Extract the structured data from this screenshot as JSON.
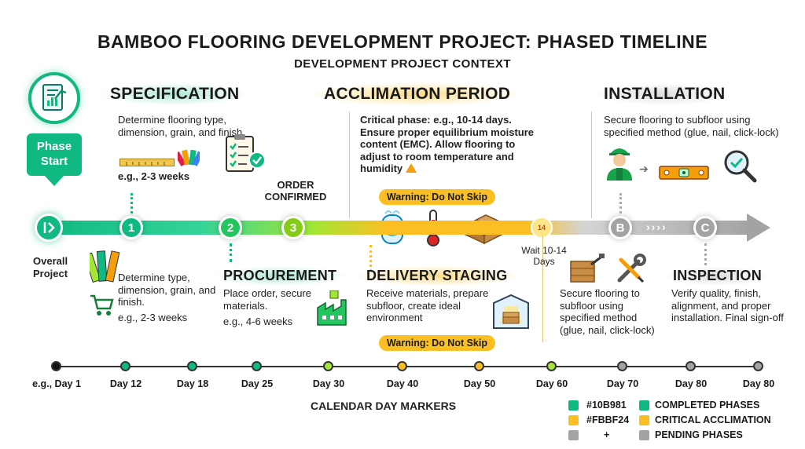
{
  "title": "BAMBOO FLOORING DEVELOPMENT PROJECT: PHASED TIMELINE",
  "subtitle": "DEVELOPMENT PROJECT CONTEXT",
  "start_badge": {
    "label": "Phase Start",
    "icon": "chart-document-icon"
  },
  "overall": {
    "label": "Overall Project"
  },
  "phases": {
    "specification": {
      "title": "SPECIFICATION",
      "text": "Determine flooring type, dimension, grain, and finish.",
      "duration": "e.g., 2-3 weeks"
    },
    "acclimation": {
      "title": "ACCLIMATION PERIOD",
      "text": "Critical phase: e.g., 10-14 days. Ensure proper equilibrium moisture content (EMC). Allow flooring to adjust to room temperature and humidity"
    },
    "installation": {
      "title": "INSTALLATION",
      "text": "Secure flooring to subfloor using specified method (glue, nail, click-lock)"
    },
    "procurement": {
      "title": "PROCUREMENT",
      "text": "Place order, secure materials.",
      "duration": "e.g., 4-6 weeks"
    },
    "delivery": {
      "title": "DELIVERY STAGING",
      "text": "Receive materials, prepare subfloor, create ideal environment"
    },
    "inspection": {
      "title": "INSPECTION",
      "text": "Verify quality, finish, alignment, and proper installation. Final sign-off"
    }
  },
  "lower_spec": {
    "text": "Determine type, dimension, grain, and finish.",
    "duration": "e.g., 2-3 weeks"
  },
  "lower_install": {
    "text": "Secure flooring to subfloor using specified method (glue, nail, click-lock)"
  },
  "order_confirmed": "ORDER CONFIRMED",
  "warning_label": "Warning: Do Not Skip",
  "wait_label": "Wait 10-14 Days",
  "wait_badge": "14",
  "nodes": [
    "1",
    "2",
    "3",
    "B",
    "C"
  ],
  "day_markers": [
    "e.g., Day 1",
    "Day 12",
    "Day 18",
    "Day 25",
    "Day 30",
    "Day 40",
    "Day 50",
    "Day 60",
    "Day 70",
    "Day 80",
    "Day 80"
  ],
  "day_axis_label": "CALENDAR DAY MARKERS",
  "legend": [
    {
      "swatch_label": "#10B981",
      "label": "COMPLETED PHASES",
      "color": "#10b981"
    },
    {
      "swatch_label": "#FBBF24",
      "label": "CRITICAL ACCLIMATION",
      "color": "#fbbf24"
    },
    {
      "swatch_label": "+",
      "label": "PENDING PHASES",
      "color": "#a3a3a3"
    }
  ],
  "colors": {
    "completed": "#10b981",
    "critical": "#fbbf24",
    "pending": "#a3a3a3"
  }
}
